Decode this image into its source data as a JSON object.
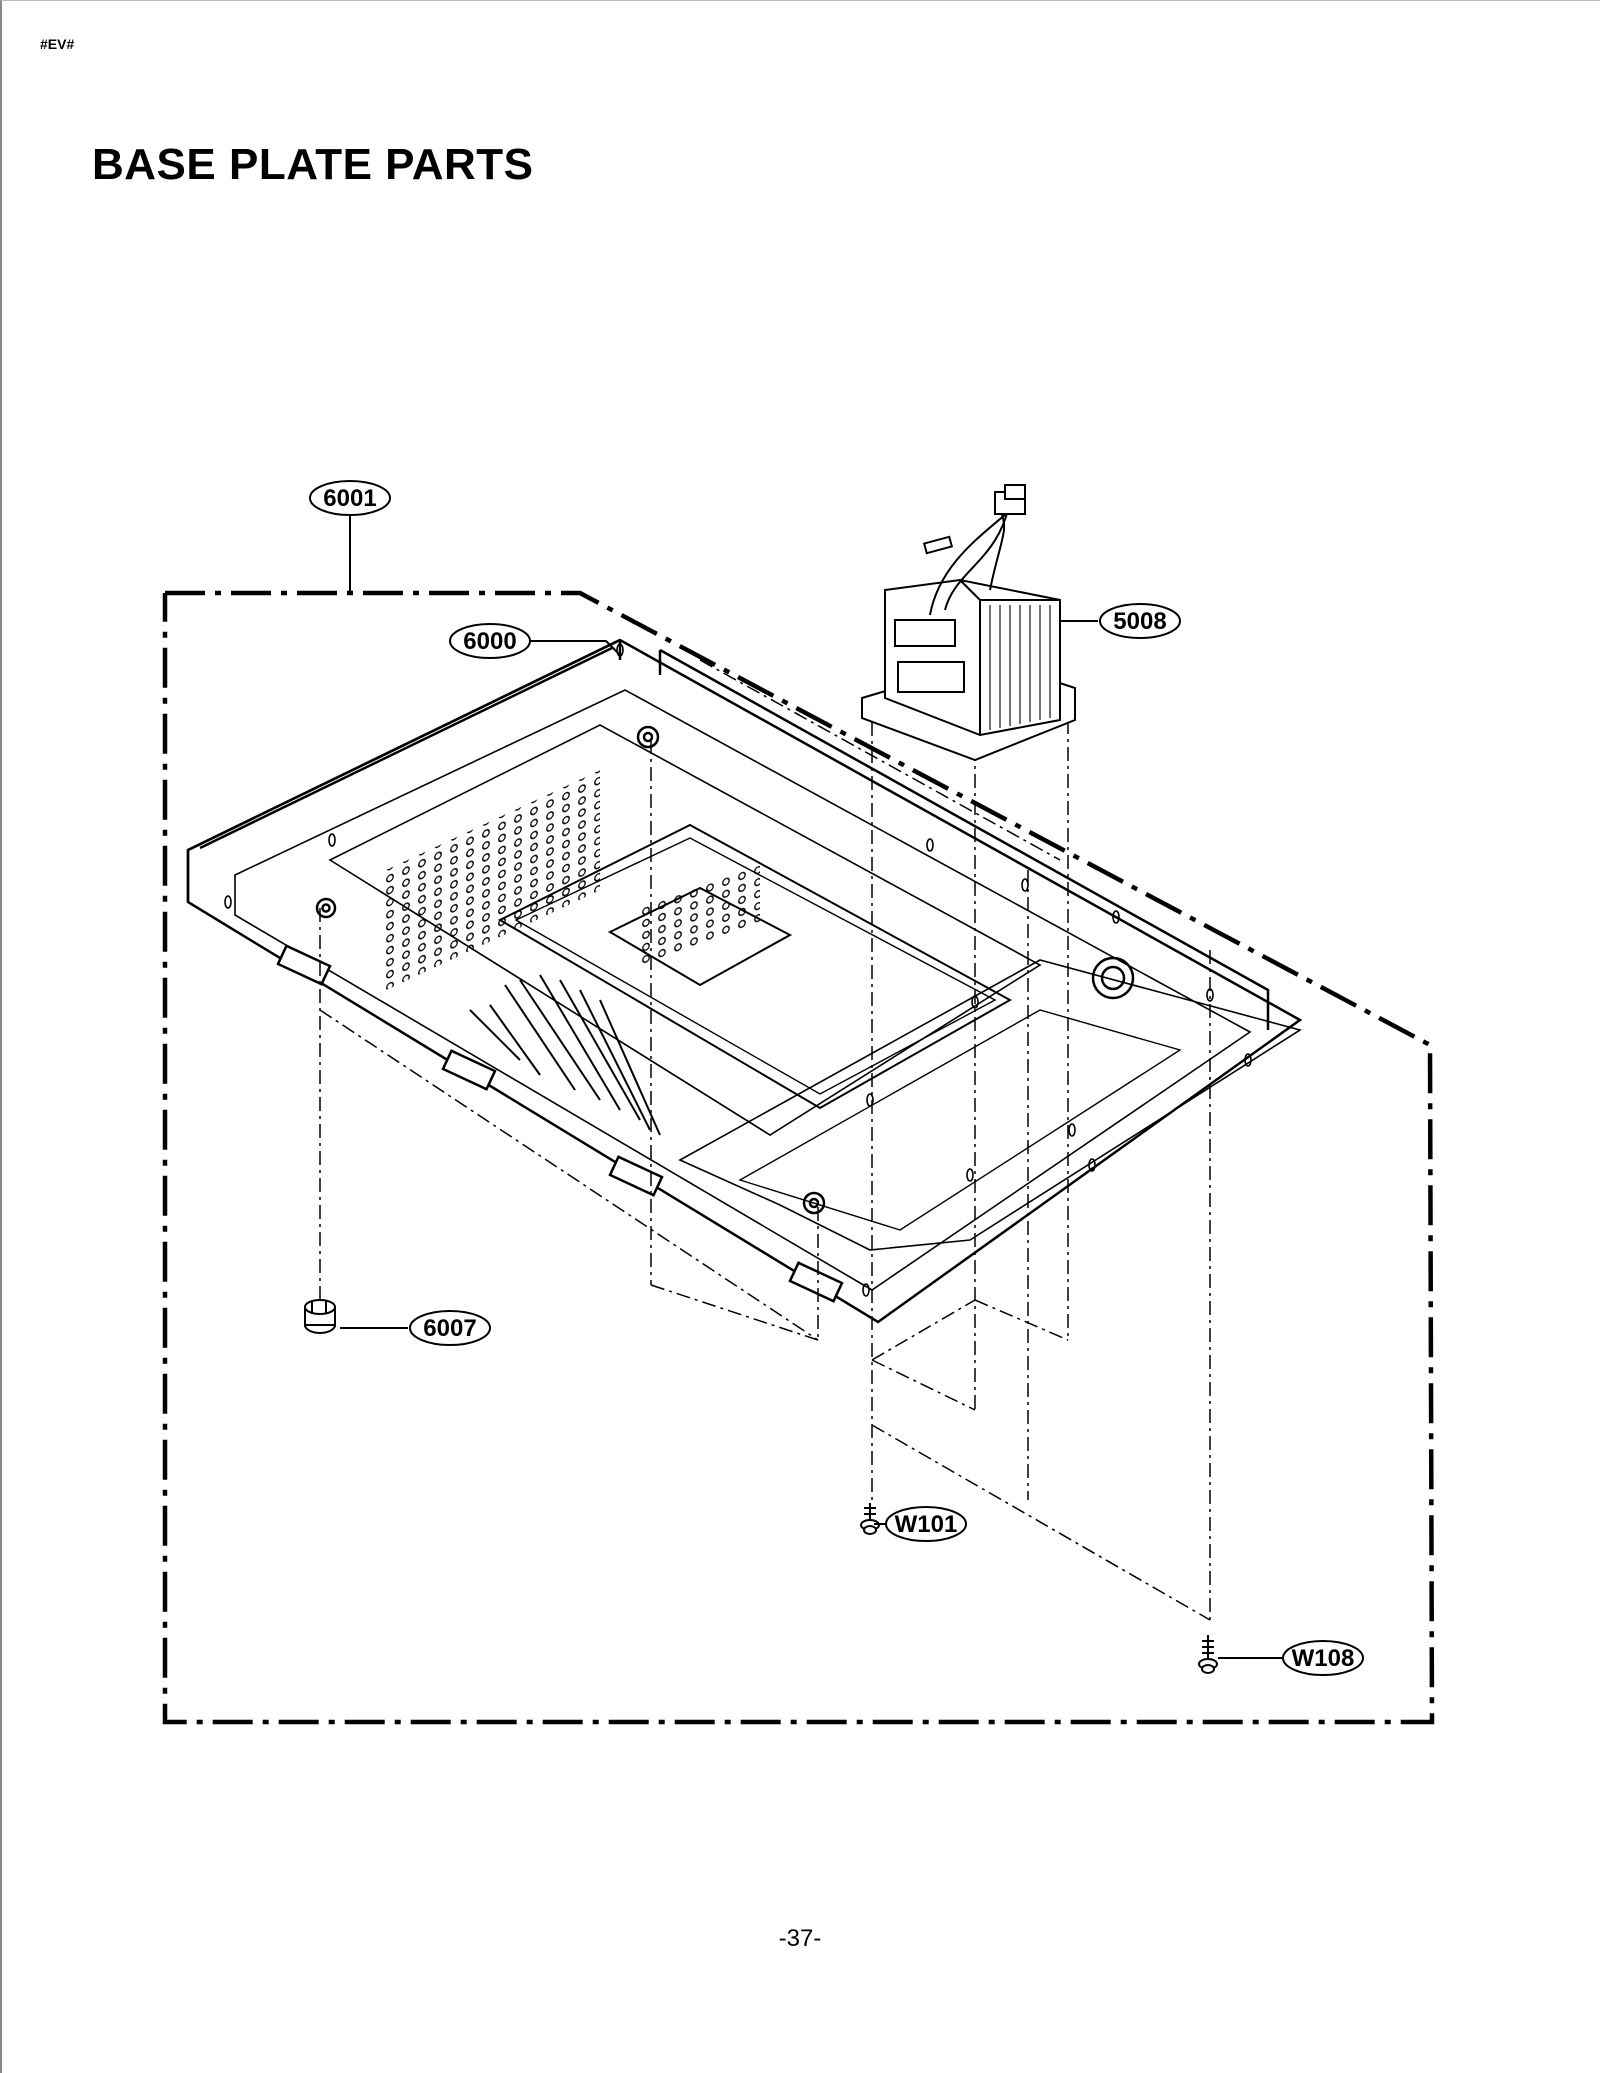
{
  "header": {
    "doc_code": "#EV#"
  },
  "title": "BASE PLATE PARTS",
  "callouts": {
    "c6001": "6001",
    "c6000": "6000",
    "c5008": "5008",
    "c6007": "6007",
    "cW101": "W101",
    "cW108": "W108"
  },
  "footer": {
    "page_number": "-37-"
  }
}
